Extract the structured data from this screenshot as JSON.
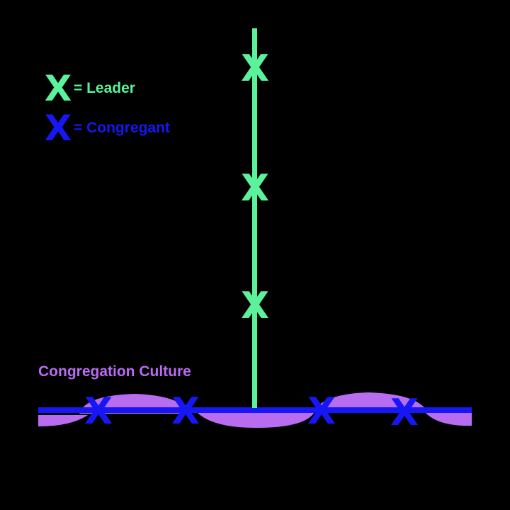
{
  "legend": {
    "symbol": "X",
    "leader_label": "= Leader",
    "congregant_label": "= Congregant"
  },
  "culture_label": "Congregation Culture",
  "colors": {
    "leader": "#5cf29c",
    "congregant": "#1717f5",
    "culture": "#b86cf0",
    "background": "#000000"
  },
  "leaders": [
    {
      "symbol": "X"
    },
    {
      "symbol": "X"
    },
    {
      "symbol": "X"
    }
  ],
  "congregants": [
    {
      "symbol": "X"
    },
    {
      "symbol": "X"
    },
    {
      "symbol": "X"
    },
    {
      "symbol": "X"
    }
  ]
}
